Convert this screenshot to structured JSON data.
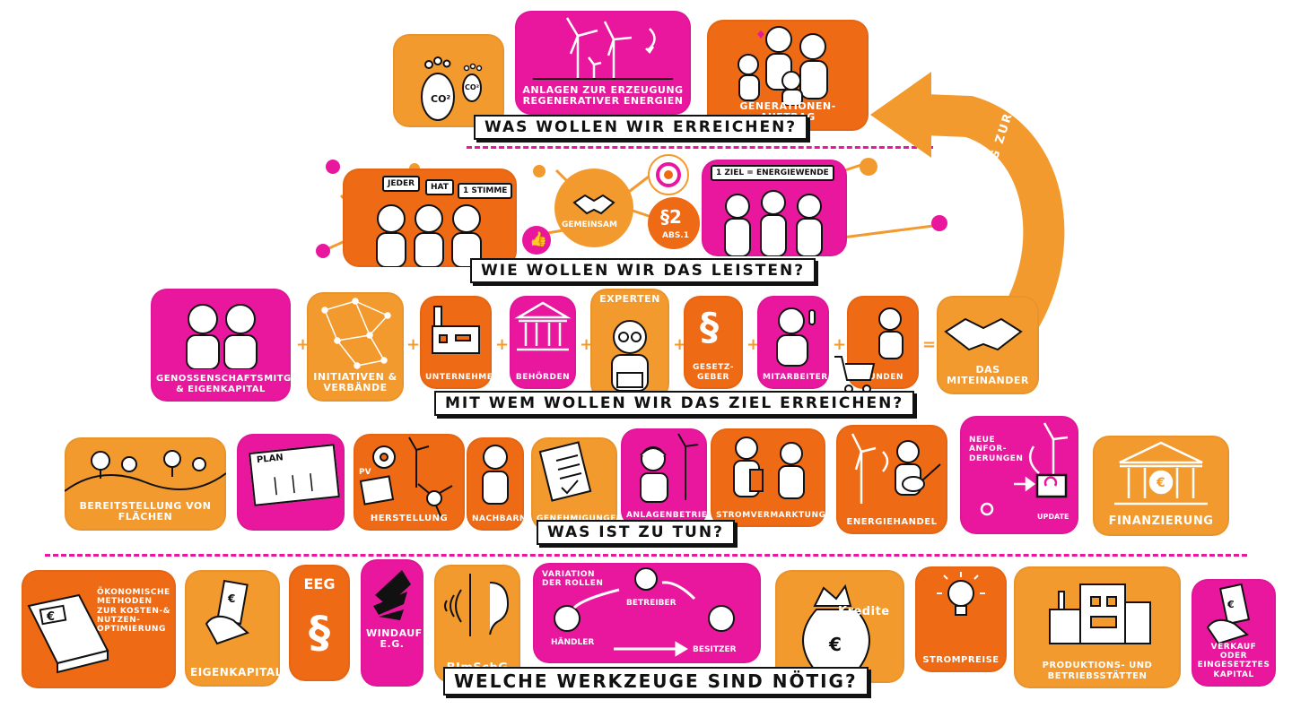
{
  "questions": {
    "q1": "Was wollen wir erreichen?",
    "q2": "Wie wollen wir das leisten?",
    "q3": "Mit wem wollen wir das Ziel erreichen?",
    "q4": "Was ist zu tun?",
    "q5": "Welche Werkzeuge sind nötig?"
  },
  "row1": {
    "footprint_co2_a": "CO²",
    "footprint_co2_b": "CO²",
    "anlagen": "Anlagen zur Erzeugung regenerativer Energien",
    "generationen": "Generationen-auftrag"
  },
  "row2": {
    "bubble_jeder": "Jeder",
    "bubble_hat": "hat",
    "bubble_stimme": "1 Stimme",
    "gemeinsam": "Gemeinsam",
    "paragraph": "§2",
    "absatz": "Abs.1",
    "ziel": "1 Ziel = Energiewende"
  },
  "arrow_text": "Als Weg zur Energiewende",
  "row3": [
    {
      "label": "Genossenschaftsmitglieder & Eigenkapital"
    },
    {
      "label": "Initiativen & Verbände"
    },
    {
      "label": "Unternehmen"
    },
    {
      "label": "Behörden"
    },
    {
      "label": "Experten"
    },
    {
      "label": "Gesetz-geber"
    },
    {
      "label": "Mitarbeiter"
    },
    {
      "label": "Kunden"
    },
    {
      "label": "Das Miteinander"
    }
  ],
  "row4": [
    {
      "label": "Bereitstellung von Flächen"
    },
    {
      "label": "Plan"
    },
    {
      "label": "Herstellung"
    },
    {
      "label": "PV"
    },
    {
      "label": "Nachbarn"
    },
    {
      "label": "Genehmigungen"
    },
    {
      "label": "Anlagenbetrieb"
    },
    {
      "label": "Stromvermarktung"
    },
    {
      "label": "Energiehandel"
    },
    {
      "label": "Neue Anfor-derungen"
    },
    {
      "label": "Update"
    },
    {
      "label": "Finanzierung"
    }
  ],
  "row5": [
    {
      "label": "Ökonomische Methoden zur Kosten-& Nutzen-Optimierung"
    },
    {
      "label": "Eigenkapital"
    },
    {
      "label": "EEG"
    },
    {
      "label": "§"
    },
    {
      "label": "Windauf e.G."
    },
    {
      "label": "BImSchG"
    },
    {
      "label": "Variation der Rollen"
    },
    {
      "label": "Betreiber"
    },
    {
      "label": "Händler"
    },
    {
      "label": "Besitzer"
    },
    {
      "label": "Kredite"
    },
    {
      "label": "Strompreise"
    },
    {
      "label": "Produktions- und Betriebsstätten"
    },
    {
      "label": "Verkauf oder eingesetztes Kapital"
    }
  ],
  "colors": {
    "orange": "#f39a2e",
    "dark_orange": "#ee6a14",
    "pink": "#e8179e"
  }
}
